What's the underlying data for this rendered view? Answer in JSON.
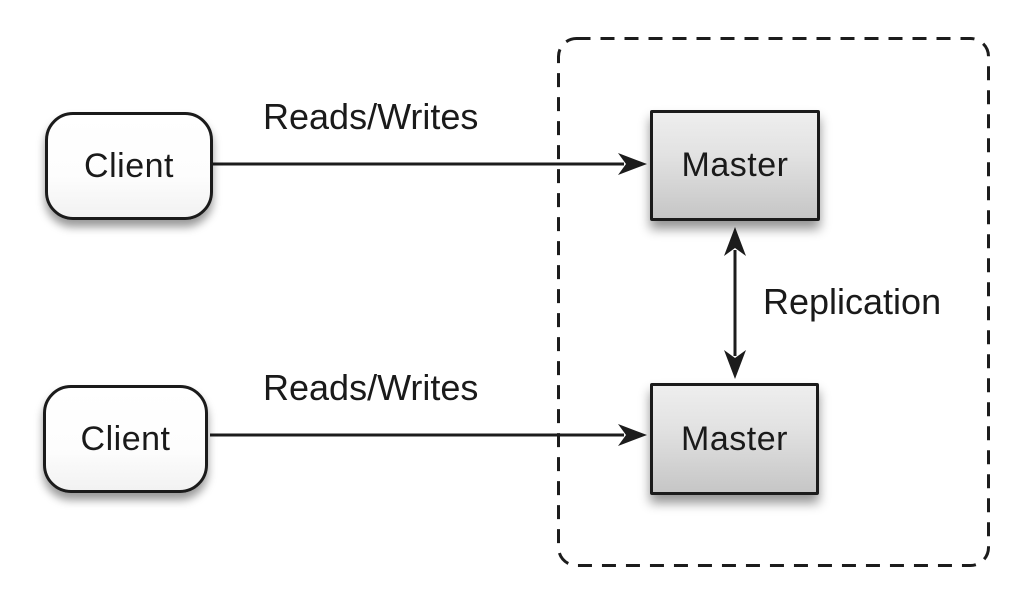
{
  "diagram": {
    "background_color": "#ffffff",
    "stroke_color": "#1c1c1c",
    "nodes": {
      "client_top": {
        "label": "Client",
        "shape": "rounded-rectangle",
        "fill": "#ffffff"
      },
      "client_bottom": {
        "label": "Client",
        "shape": "rounded-rectangle",
        "fill": "#ffffff"
      },
      "master_top": {
        "label": "Master",
        "shape": "rectangle",
        "fill_top": "#eeeeee",
        "fill_bottom": "#c6c6c6"
      },
      "master_bottom": {
        "label": "Master",
        "shape": "rectangle",
        "fill_top": "#eeeeee",
        "fill_bottom": "#c6c6c6"
      }
    },
    "edges": [
      {
        "id": "reads-writes-top",
        "label": "Reads/Writes",
        "from": "client_top",
        "to": "master_top",
        "arrow": "single"
      },
      {
        "id": "reads-writes-bottom",
        "label": "Reads/Writes",
        "from": "client_bottom",
        "to": "master_bottom",
        "arrow": "single"
      },
      {
        "id": "replication",
        "label": "Replication",
        "from": "master_top",
        "to": "master_bottom",
        "arrow": "double"
      }
    ],
    "container": {
      "style": "dashed-rounded-rectangle",
      "contains": [
        "master_top",
        "master_bottom"
      ]
    }
  }
}
